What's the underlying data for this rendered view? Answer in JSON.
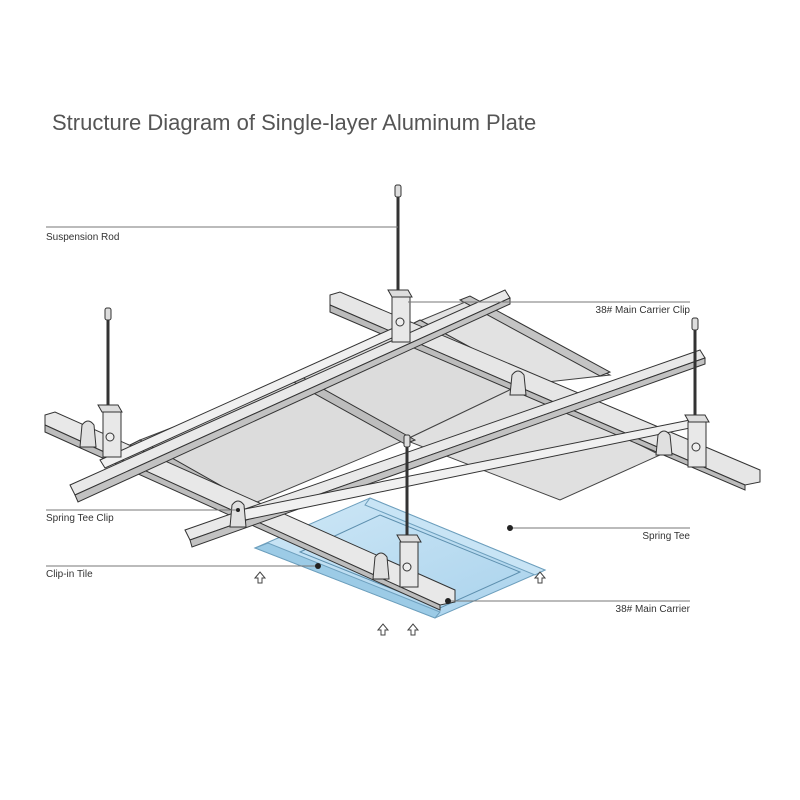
{
  "title": "Structure Diagram of Single-layer Aluminum Plate",
  "labels": {
    "suspension_rod": "Suspension Rod",
    "main_carrier_clip": "38# Main Carrier Clip",
    "spring_tee_clip": "Spring Tee Clip",
    "spring_tee": "Spring Tee",
    "clip_in_tile": "Clip-in Tile",
    "main_carrier": "38#  Main Carrier"
  },
  "colors": {
    "background": "#ffffff",
    "title": "#555555",
    "label_text": "#333333",
    "callout_line": "#777777",
    "metal_light": "#eeeeee",
    "metal_mid": "#d4d4d4",
    "metal_dark": "#b8b8b8",
    "ceiling_panel": "#dedede",
    "tile_blue": "#b9dcf0",
    "tile_blue_edge": "#8fbfdc",
    "outline": "#333333"
  },
  "icons": {
    "upload_arrow": "⇧"
  }
}
